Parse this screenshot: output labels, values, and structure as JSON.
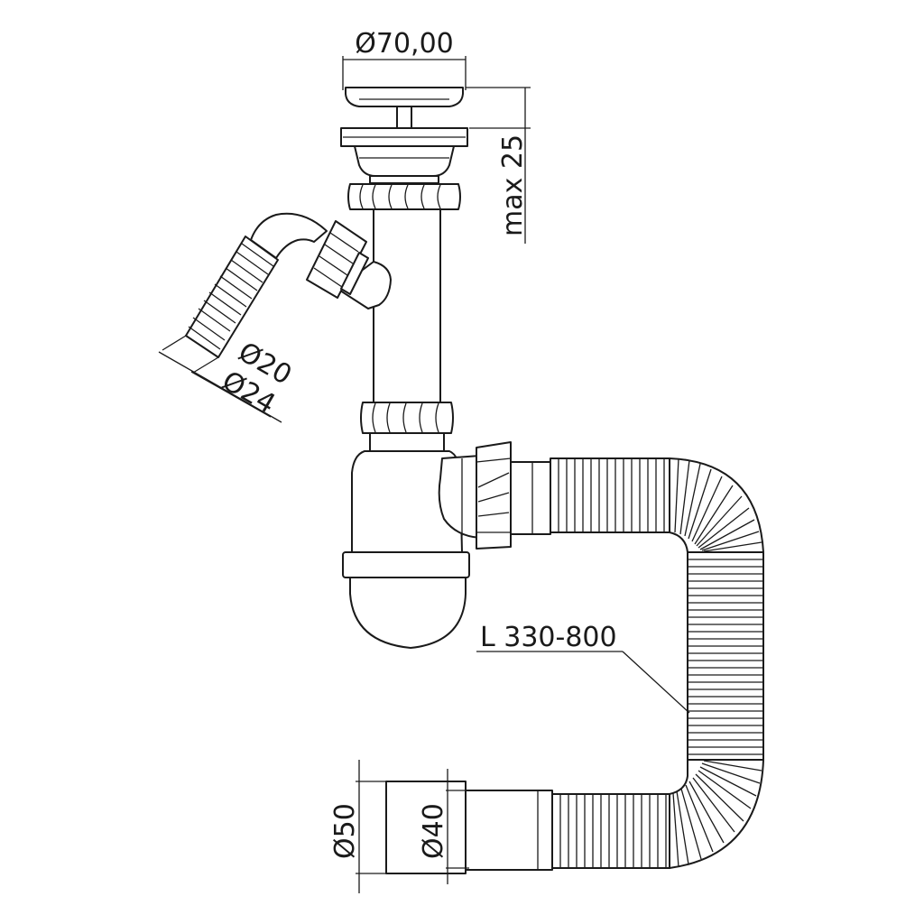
{
  "labels": {
    "strainer_diameter": "Ø70,00",
    "max_height": "max 25",
    "side_inlet_inner": "Ø20",
    "side_inlet_outer": "Ø24",
    "hose_length": "L 330-800",
    "outlet_outer": "Ø50",
    "outlet_inner": "Ø40"
  }
}
